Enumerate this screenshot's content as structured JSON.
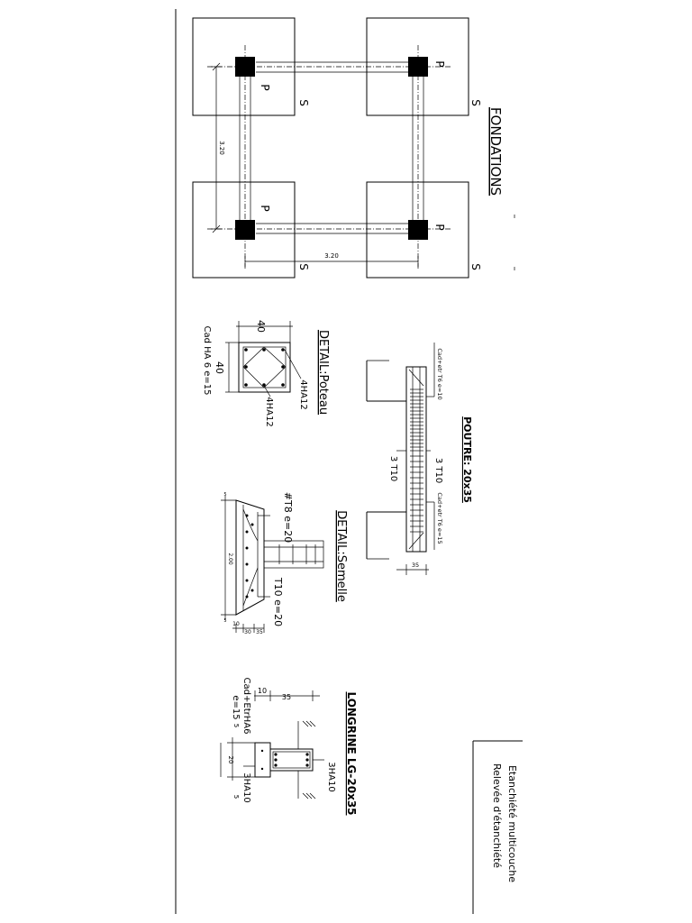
{
  "fondations": {
    "title": "FONDATIONS",
    "dim_vertical": "3.20",
    "dim_horizontal": "3.20",
    "label_p": "P",
    "label_s": "S"
  },
  "poteau": {
    "title": "DETAIL:Poteau",
    "dim_top": "40",
    "dim_side": "40",
    "bars_a": "4HA12",
    "bars_b": "4HA12",
    "stirrups": "Cad HA 6 e=15"
  },
  "poutre": {
    "title": "POUTRE: 20x35",
    "cad_left": "Cad+etr T6 e=10",
    "cad_right": "Cad+etr T6 e=15",
    "top_bars": "3 T10",
    "bottom_bars": "3 T10",
    "dim_support": "35"
  },
  "semelle": {
    "title": "DETAIL:Semelle",
    "bars_top": "#T8 e=20",
    "bars_bottom": "T10  e=20",
    "dim_length": "2.00",
    "dim_10": "10",
    "dim_30": "30",
    "dim_35": "35",
    "dim_5a": "5",
    "dim_5b": "5"
  },
  "longrine": {
    "title": "LONGRINE LG-20x35",
    "cad": "Cad+EtrHA6",
    "cad_spacing": "e=15",
    "dim_10": "10",
    "dim_35": "35",
    "dim_20": "20",
    "dim_5a": "5",
    "dim_5b": "5",
    "bars_top": "3HA10",
    "bars_bottom": "3HA10"
  },
  "notes": {
    "line1": "Etanchiété multicouche",
    "line2": "Relevée d'étanchiété"
  }
}
